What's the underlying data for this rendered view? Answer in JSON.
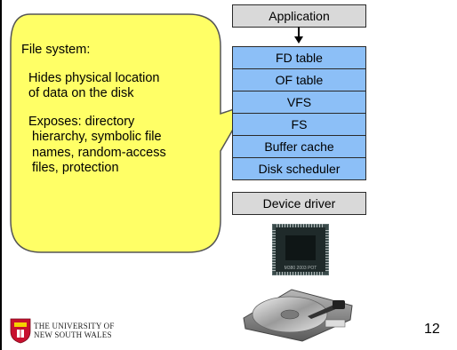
{
  "bubble": {
    "title": "File system:",
    "point1_line1": "Hides physical location",
    "point1_line2": "of data on the disk",
    "point2_line1": "Exposes: directory",
    "point2_line2": "hierarchy, symbolic file",
    "point2_line3": "names, random-access",
    "point2_line4": "files, protection"
  },
  "stack": {
    "top_layer": "Application",
    "layers": [
      "FD table",
      "OF table",
      "VFS",
      "FS",
      "Buffer cache",
      "Disk scheduler"
    ],
    "bottom_layer": "Device driver"
  },
  "chip_marking": "M380 2003 POT",
  "logo": {
    "line1": "THE UNIVERSITY OF",
    "line2": "NEW SOUTH WALES"
  },
  "page_number": "12",
  "colors": {
    "bubble_fill": "#ffff66",
    "layer_blue": "#8cbff7",
    "layer_gray": "#d9d9d9"
  }
}
